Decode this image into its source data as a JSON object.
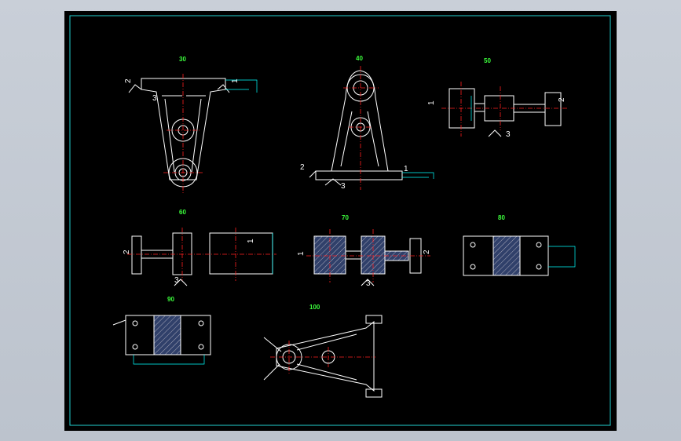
{
  "views": [
    {
      "id": "v30",
      "label": "30",
      "callouts": [
        "2",
        "3",
        "1"
      ]
    },
    {
      "id": "v40",
      "label": "40",
      "callouts": [
        "2",
        "3",
        "1"
      ]
    },
    {
      "id": "v50",
      "label": "50",
      "callouts": [
        "1",
        "3",
        "2"
      ]
    },
    {
      "id": "v60",
      "label": "60",
      "callouts": [
        "2",
        "3",
        "1"
      ]
    },
    {
      "id": "v70",
      "label": "70",
      "callouts": [
        "1",
        "3",
        "2"
      ]
    },
    {
      "id": "v80",
      "label": "80",
      "callouts": []
    },
    {
      "id": "v90",
      "label": "90",
      "callouts": []
    },
    {
      "id": "v100",
      "label": "100",
      "callouts": []
    }
  ],
  "colors": {
    "paper": "#000000",
    "geometry": "#ffffff",
    "centerline": "#ff2020",
    "dimension": "#00ffff",
    "view_label": "#3cff3c",
    "viewport": "#c2c9d3"
  }
}
